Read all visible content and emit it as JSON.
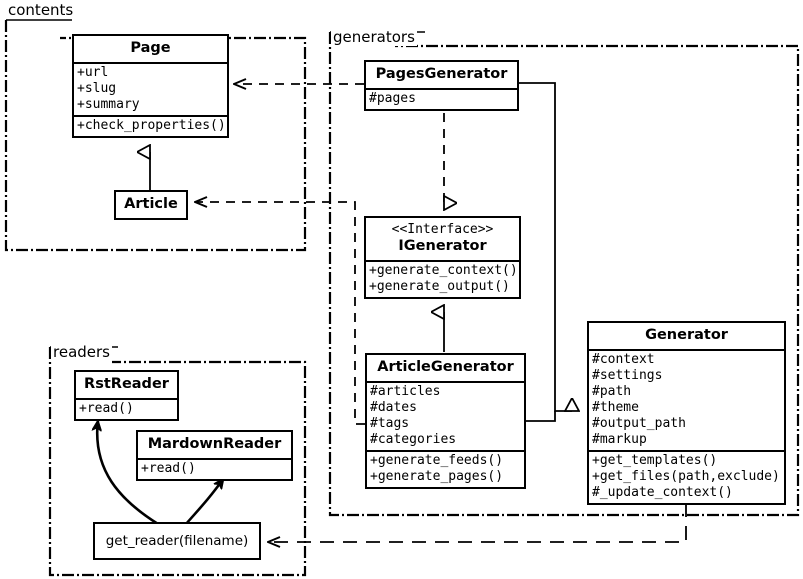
{
  "diagram": {
    "title": "Pelican architecture UML class diagram",
    "type": "uml-class-diagram",
    "stroke_color": "#000000",
    "background_color": "#ffffff"
  },
  "packages": [
    {
      "id": "contents",
      "label": "contents"
    },
    {
      "id": "generators",
      "label": "generators"
    },
    {
      "id": "readers",
      "label": "readers"
    }
  ],
  "classes": {
    "page": {
      "name": "Page",
      "attributes": [
        "+url",
        "+slug",
        "+summary"
      ],
      "methods": [
        "+check_properties()"
      ]
    },
    "article": {
      "name": "Article",
      "attributes": [],
      "methods": []
    },
    "pages_generator": {
      "name": "PagesGenerator",
      "attributes": [
        "#pages"
      ],
      "methods": []
    },
    "igenerator": {
      "stereotype": "<<Interface>>",
      "name": "IGenerator",
      "attributes": [],
      "methods": [
        "+generate_context()",
        "+generate_output()"
      ]
    },
    "article_generator": {
      "name": "ArticleGenerator",
      "attributes": [
        "#articles",
        "#dates",
        "#tags",
        "#categories"
      ],
      "methods": [
        "+generate_feeds()",
        "+generate_pages()"
      ]
    },
    "generator": {
      "name": "Generator",
      "attributes": [
        "#context",
        "#settings",
        "#path",
        "#theme",
        "#output_path",
        "#markup"
      ],
      "methods": [
        "+get_templates()",
        "+get_files(path,exclude)",
        "#_update_context()"
      ]
    },
    "rst_reader": {
      "name": "RstReader",
      "attributes": [],
      "methods": [
        "+read()"
      ]
    },
    "mardown_reader": {
      "name": "MardownReader",
      "attributes": [],
      "methods": [
        "+read()"
      ]
    },
    "get_reader": {
      "name": "get_reader(filename)"
    }
  },
  "relations": [
    {
      "id": "article-inherits-page",
      "from": "Article",
      "to": "Page",
      "type": "generalization"
    },
    {
      "id": "pagesgenerator-implements-igenerator",
      "from": "PagesGenerator",
      "to": "IGenerator",
      "type": "realization"
    },
    {
      "id": "articlegenerator-implements-igenerator",
      "from": "ArticleGenerator",
      "to": "IGenerator",
      "type": "generalization"
    },
    {
      "id": "pagesgenerator-inherits-generator",
      "from": "PagesGenerator",
      "to": "Generator",
      "type": "generalization"
    },
    {
      "id": "articlegenerator-inherits-generator",
      "from": "ArticleGenerator",
      "to": "Generator",
      "type": "generalization"
    },
    {
      "id": "pagesgenerator-uses-page",
      "from": "PagesGenerator",
      "to": "Page",
      "type": "dependency"
    },
    {
      "id": "articlegenerator-uses-article",
      "from": "ArticleGenerator",
      "to": "Article",
      "type": "dependency"
    },
    {
      "id": "generator-uses-get-reader",
      "from": "Generator",
      "to": "get_reader",
      "type": "dependency"
    },
    {
      "id": "get-reader-returns-rstreader",
      "from": "get_reader",
      "to": "RstReader",
      "type": "curved-arrow"
    },
    {
      "id": "get-reader-returns-mardownreader",
      "from": "get_reader",
      "to": "MardownReader",
      "type": "curved-arrow"
    }
  ]
}
